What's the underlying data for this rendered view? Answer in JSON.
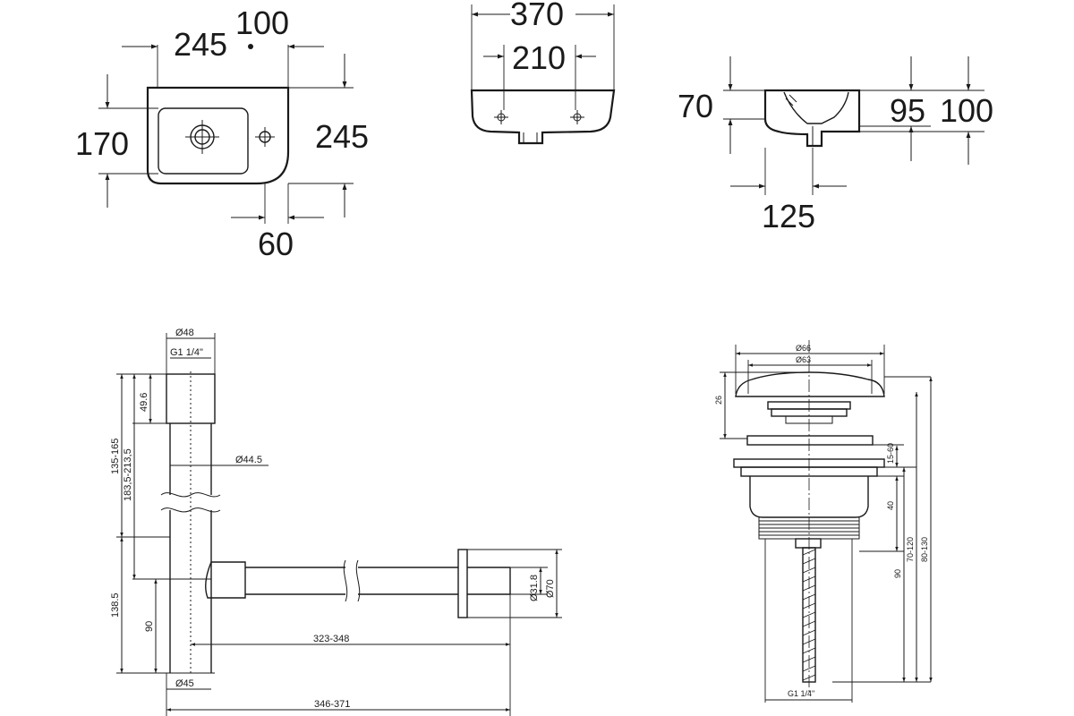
{
  "basin_top_view": {
    "dim_width": "245",
    "dim_tap_offset": "100",
    "dim_inner_depth": "170",
    "dim_outer_depth": "245",
    "dim_tap_edge": "60"
  },
  "basin_front_view": {
    "dim_overall": "370",
    "dim_holes": "210"
  },
  "basin_side_view": {
    "dim_bowl_depth": "70",
    "dim_rim_95": "95",
    "dim_rim_100": "100",
    "dim_depth": "125"
  },
  "bottle_trap": {
    "dia_top_outer": "Ø48",
    "thread_top": "G1 1/4\"",
    "dim_49_6": "49.6",
    "dim_135_165": "135-165",
    "dim_183_213": "183,5-213,5",
    "dia_body": "Ø44.5",
    "dim_138_5": "138.5",
    "dim_90": "90",
    "dim_323_348": "323-348",
    "dia_bottom": "Ø45",
    "dim_346_371": "346-371",
    "dia_outlet": "Ø31.8",
    "dia_flange": "Ø70"
  },
  "waste_valve": {
    "dia_66": "Ø66",
    "dia_63": "Ø63",
    "dim_26": "26",
    "dim_15_60": "15-60",
    "dim_40": "40",
    "dim_90": "90",
    "dim_70_120": "70-120",
    "dim_80_130": "80-130",
    "thread_bottom": "G1 1/4\""
  }
}
